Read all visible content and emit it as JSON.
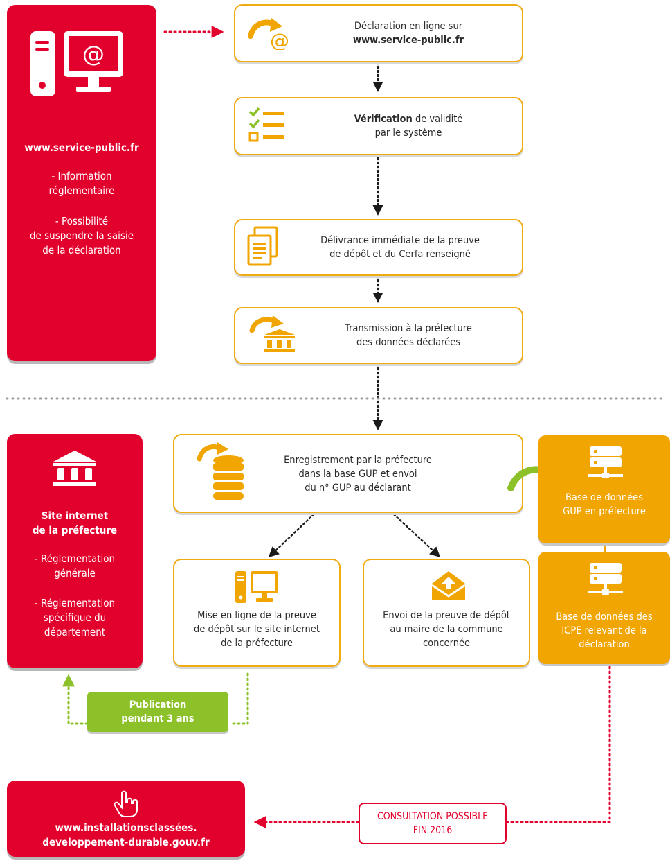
{
  "colors": {
    "red": "#e2002d",
    "orange": "#f0a500",
    "green": "#8cc12a",
    "dotted": "#1a1a1a"
  },
  "left_top": {
    "site": "www.service-public.fr",
    "info_1": "- Information",
    "info_2": "réglementaire",
    "susp_1": "- Possibilité",
    "susp_2": "de suspendre la saisie",
    "susp_3": "de la déclaration"
  },
  "steps": {
    "declaration_1": "Déclaration en ligne sur",
    "declaration_2": "www.service-public.fr",
    "verification_bold": "Vérification",
    "verification_1": " de validité",
    "verification_2": "par le système",
    "delivrance_1": "Délivrance immédiate de la preuve",
    "delivrance_2": "de dépôt et du Cerfa renseigné",
    "transmission_1": "Transmission à la préfecture",
    "transmission_2": "des données déclarées"
  },
  "left_bottom": {
    "title_1": "Site internet",
    "title_2": "de la préfecture",
    "regl_1": "- Réglementation",
    "regl_2": "générale",
    "spec_1": "- Réglementation",
    "spec_2": "spécifique du",
    "spec_3": "département"
  },
  "enregistrement": {
    "line_1": "Enregistrement par la préfecture",
    "line_2": "dans la base GUP et envoi",
    "line_3": "du n° GUP au déclarant"
  },
  "mise_en_ligne": {
    "line_1": "Mise en ligne de la preuve",
    "line_2": "de dépôt sur le site internet",
    "line_3": "de la préfecture"
  },
  "envoi": {
    "line_1": "Envoi de la preuve de dépôt",
    "line_2": "au maire de la commune",
    "line_3": "concernée"
  },
  "db_gup": {
    "line_1": "Base de données",
    "line_2": "GUP en préfecture"
  },
  "db_icpe": {
    "line_1": "Base de données des",
    "line_2": "ICPE relevant de la",
    "line_3": "déclaration"
  },
  "publication": {
    "line_1": "Publication",
    "line_2": "pendant 3 ans"
  },
  "consultation": {
    "line_1": "CONSULTATION POSSIBLE",
    "line_2": "FIN 2016"
  },
  "installations": {
    "line_1": "www.installationsclassées.",
    "line_2": "developpement-durable.gouv.fr"
  }
}
